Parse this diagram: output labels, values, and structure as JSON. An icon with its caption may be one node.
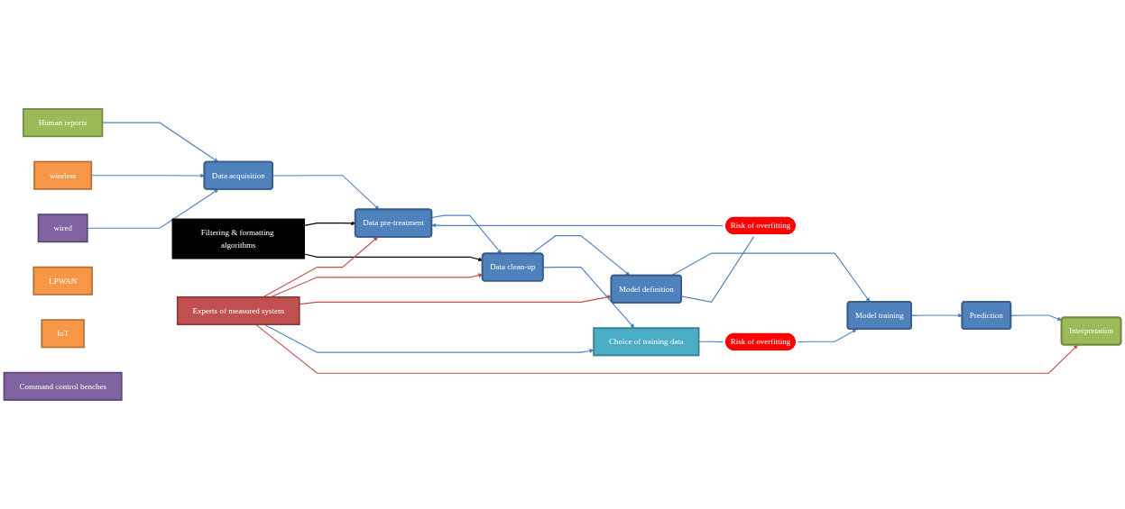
{
  "diagram": {
    "nodes": [
      {
        "text": [
          "Human reports"
        ]
      },
      {
        "text": [
          "Data acquisition"
        ]
      },
      {
        "text": [
          "Data pre-treatment"
        ]
      },
      {
        "text": [
          "Data clean-up"
        ]
      },
      {
        "text": [
          "Model definition"
        ]
      },
      {
        "text": [
          "Model training"
        ]
      },
      {
        "text": [
          "Prediction"
        ]
      },
      {
        "text": [
          "Risk of overfitting"
        ]
      },
      {
        "text": [
          "wireless"
        ]
      },
      {
        "text": [
          "wired"
        ]
      },
      {
        "text": [
          "LPWAN"
        ]
      },
      {
        "text": [
          "IoT"
        ]
      },
      {
        "text": [
          "Command control benches"
        ]
      },
      {
        "text": [
          "Filtering & formatting algorithms"
        ]
      },
      {
        "text": [
          "Experts of measured system"
        ]
      },
      {
        "text": [
          "Choice of training data"
        ]
      },
      {
        "text": [
          "Risk of overfitting"
        ]
      },
      {
        "text": [
          "Interpretation"
        ]
      }
    ],
    "edges": [
      {
        "from": 0,
        "to": 1,
        "arrow": "to"
      },
      {
        "from": 1,
        "to": 2,
        "arrow": "to"
      },
      {
        "from": 2,
        "to": 3,
        "arrow": "to"
      },
      {
        "from": 3,
        "to": 4,
        "arrow": "to"
      },
      {
        "from": 4,
        "to": 5,
        "arrow": "to"
      },
      {
        "from": 5,
        "to": 6,
        "arrow": "to"
      },
      {
        "from": 4,
        "to": 7,
        "arrow": "none"
      },
      {
        "from": 7,
        "to": 2,
        "arrow": "to"
      },
      {
        "from": 8,
        "to": 1,
        "arrow": "to"
      },
      {
        "from": 9,
        "to": 1,
        "arrow": "to"
      },
      {
        "from": 13,
        "to": 2,
        "arrow": "to",
        "color": "#000000"
      },
      {
        "from": 13,
        "to": 3,
        "arrow": "to",
        "color": "#000000"
      },
      {
        "from": 14,
        "to": 2,
        "arrow": "to",
        "color": "#c0504d"
      },
      {
        "from": 14,
        "to": 3,
        "arrow": "to",
        "color": "#c0504d"
      },
      {
        "from": 14,
        "to": 4,
        "arrow": "to",
        "color": "#c0504d"
      },
      {
        "from": 3,
        "to": 15,
        "arrow": "to"
      },
      {
        "from": 14,
        "to": 15,
        "arrow": "to"
      },
      {
        "from": 15,
        "to": 16,
        "arrow": "none"
      },
      {
        "from": 16,
        "to": 5,
        "arrow": "to"
      },
      {
        "from": 6,
        "to": 17,
        "arrow": "to"
      },
      {
        "from": 14,
        "to": 17,
        "arrow": "to",
        "color": "#c0504d"
      }
    ]
  }
}
